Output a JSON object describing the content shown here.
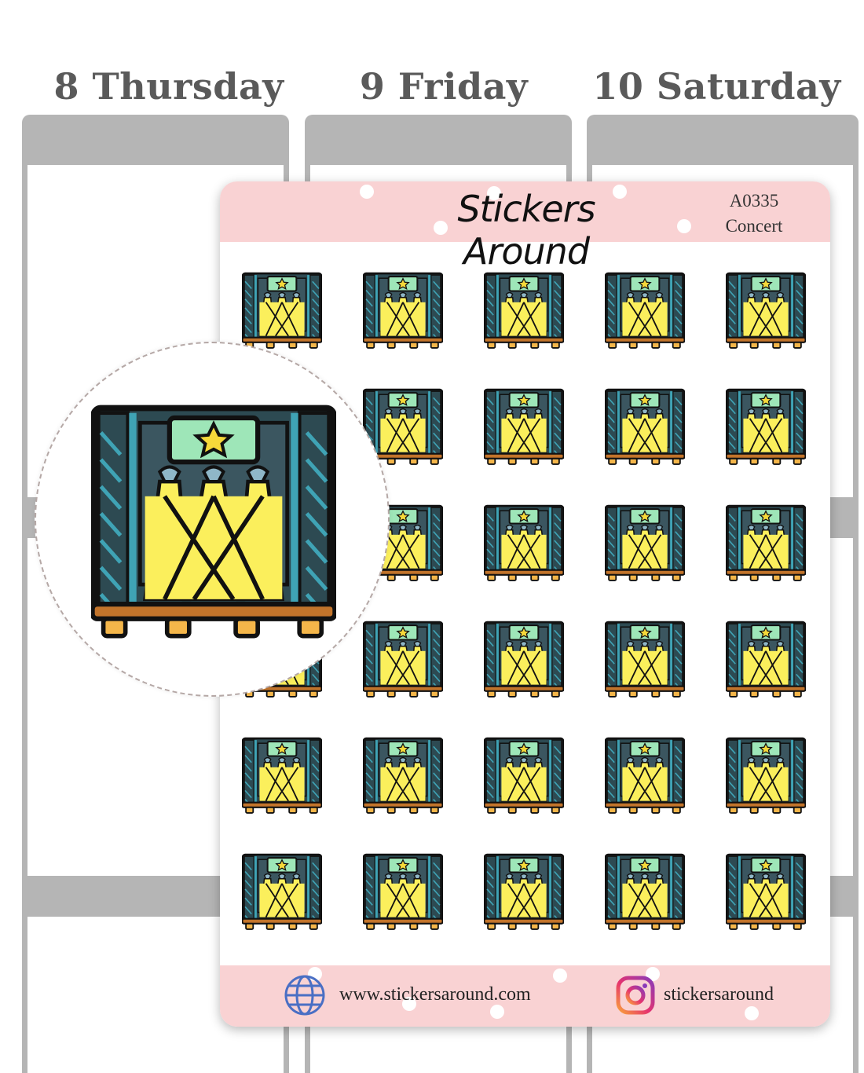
{
  "planner": {
    "days": [
      {
        "label": "8 Thursday"
      },
      {
        "label": "9 Friday"
      },
      {
        "label": "10 Saturday"
      }
    ]
  },
  "sheet": {
    "brand": "Stickers Around",
    "code": "A0335",
    "name": "Concert",
    "sticker_icon": "concert-stage-icon",
    "sticker_count": 30,
    "footer": {
      "website": "www.stickersaround.com",
      "instagram": "stickersaround",
      "globe_icon": "globe-icon",
      "instagram_icon": "instagram-icon"
    }
  },
  "colors": {
    "header_pink": "#f9d2d3",
    "planner_gray": "#b5b5b5",
    "stage_dark": "#2d4a52",
    "stage_teal": "#3fa3b5",
    "banner_mint": "#9ee6b8",
    "light_yellow": "#fbef5c",
    "floor_brown": "#c2742b",
    "legs_orange": "#f4b64a"
  }
}
